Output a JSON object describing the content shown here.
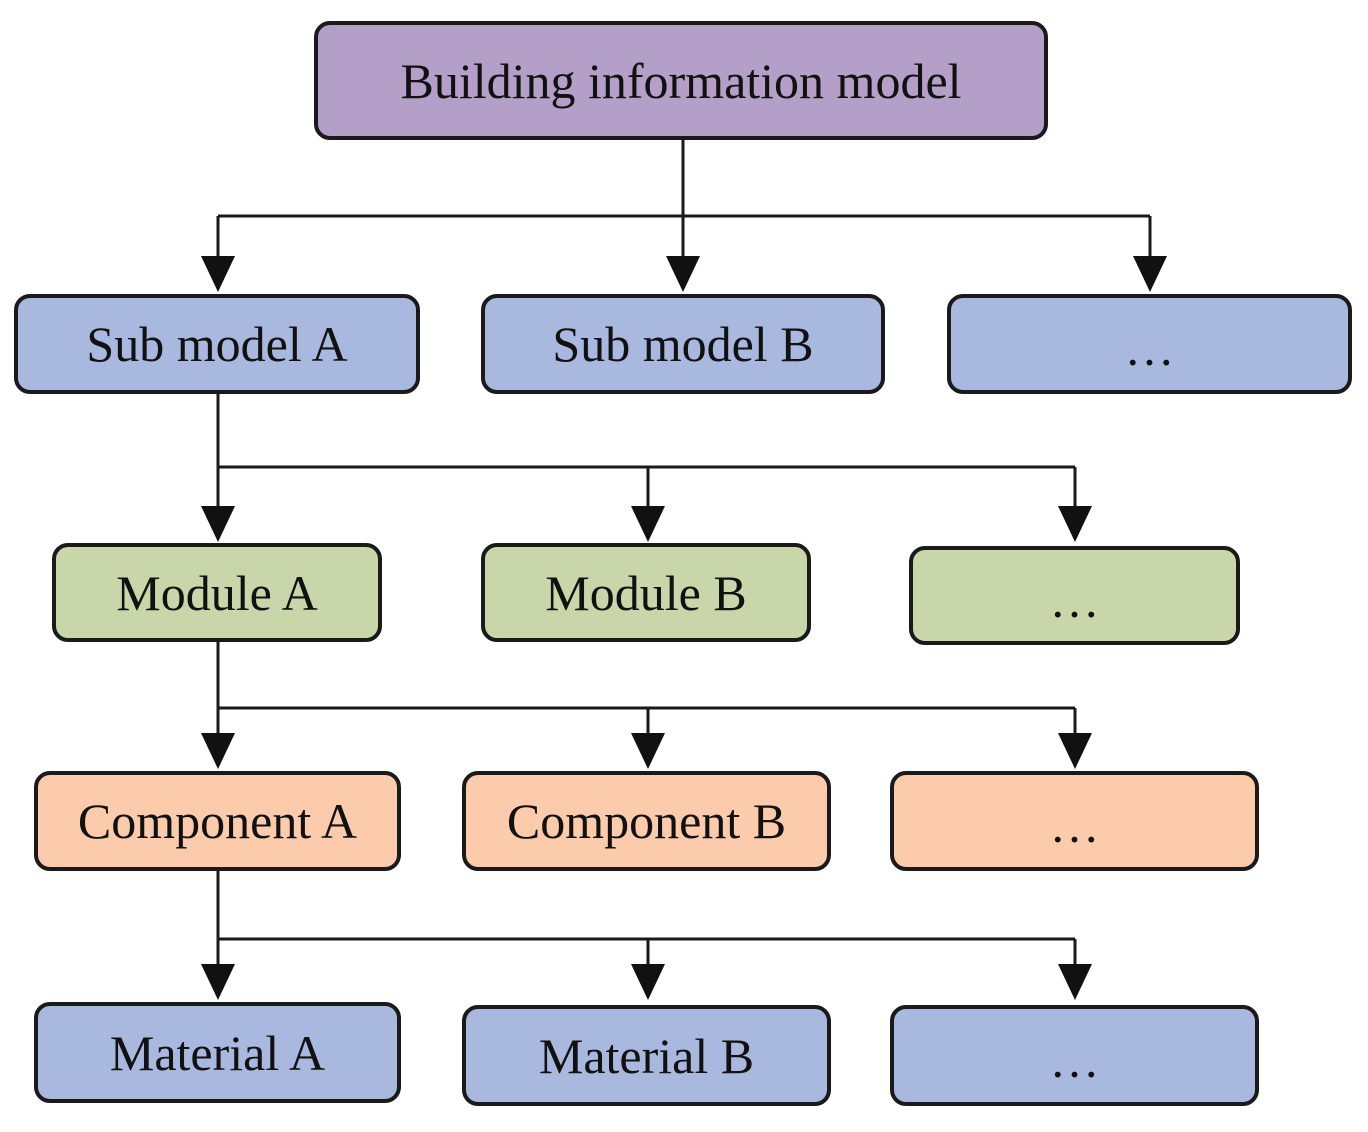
{
  "root": {
    "label": "Building information model",
    "color": "#b39fc7"
  },
  "levels": [
    {
      "name": "sub-model",
      "color": "#a9b8de",
      "items": [
        "Sub model A",
        "Sub model B",
        "…"
      ]
    },
    {
      "name": "module",
      "color": "#c8d6a9",
      "items": [
        "Module A",
        "Module B",
        "…"
      ]
    },
    {
      "name": "component",
      "color": "#fccbab",
      "items": [
        "Component A",
        "Component B",
        "…"
      ]
    },
    {
      "name": "material",
      "color": "#a9b8de",
      "items": [
        "Material A",
        "Material B",
        "…"
      ]
    }
  ]
}
